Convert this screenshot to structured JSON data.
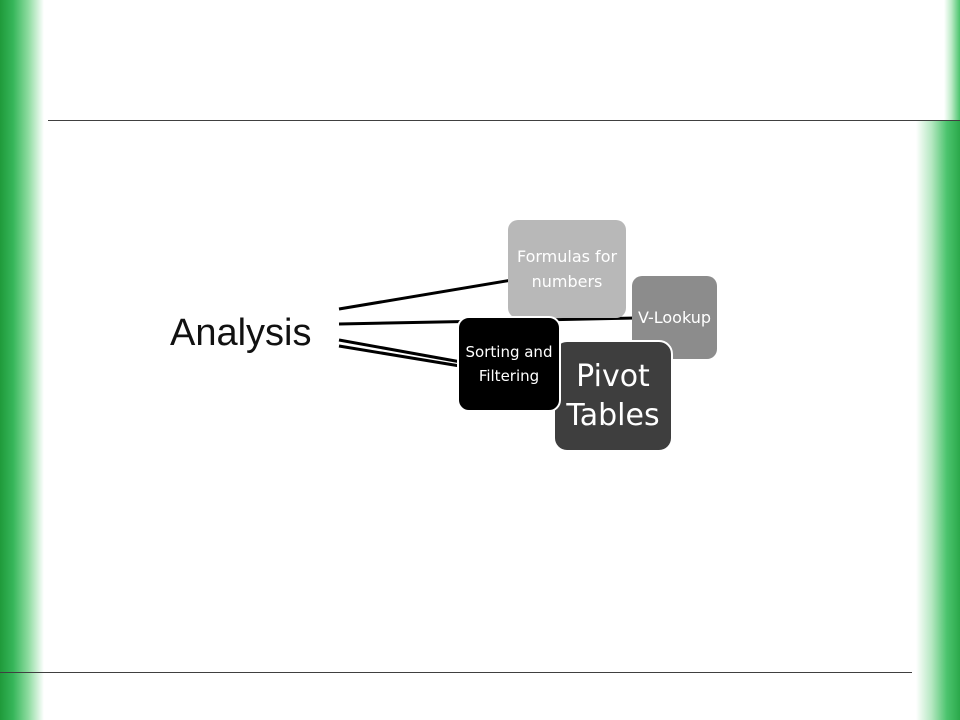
{
  "center": {
    "label": "Analysis"
  },
  "nodes": {
    "formulas": {
      "label": "Formulas for numbers"
    },
    "vlookup": {
      "label": "V-Lookup"
    },
    "pivot": {
      "label": "Pivot Tables"
    },
    "sorting": {
      "label": "Sorting and Filtering"
    }
  },
  "colors": {
    "accent_green": "#36b65a",
    "formulas_fill": "#b8b8b8",
    "vlookup_fill": "#8c8c8c",
    "pivot_fill": "#3e3e3e",
    "sorting_fill": "#000000",
    "rule": "#404040"
  }
}
